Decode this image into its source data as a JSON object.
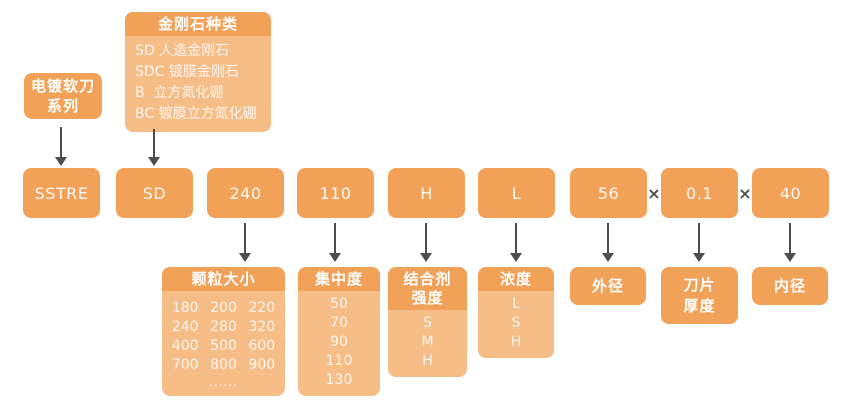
{
  "palette": {
    "accent": "#F2A159",
    "accent_light": "#F6BD86",
    "arrow": "#4D4D4D",
    "background": "#FFFFFF"
  },
  "series_box": {
    "line1": "电镀软刀",
    "line2": "系列"
  },
  "diamond_box": {
    "title": "金刚石种类",
    "items": [
      "SD 人造金刚石",
      "SDC 镀膜金刚石",
      "B  立方氮化硼",
      "BC 镀膜立方氮化硼"
    ]
  },
  "code_row": {
    "series": "SSTRE",
    "diamond_type": "SD",
    "grit": "240",
    "concentration": "110",
    "bond_strength": "H",
    "density": "L",
    "outer_diameter": "56",
    "thickness": "0.1",
    "inner_diameter": "40",
    "times": "×"
  },
  "particle_size": {
    "title": "颗粒大小",
    "grid": [
      "180",
      "200",
      "220",
      "240",
      "280",
      "320",
      "400",
      "500",
      "600",
      "700",
      "800",
      "900"
    ],
    "more": "......"
  },
  "concentration": {
    "title": "集中度",
    "values": [
      "50",
      "70",
      "90",
      "110",
      "130"
    ]
  },
  "bond_strength": {
    "title_line1": "结合剂",
    "title_line2": "强度",
    "values": [
      "S",
      "M",
      "H"
    ]
  },
  "density": {
    "title": "浓度",
    "values": [
      "L",
      "S",
      "H"
    ]
  },
  "outer_diameter": {
    "title": "外径"
  },
  "blade_thickness": {
    "title_line1": "刀片",
    "title_line2": "厚度"
  },
  "inner_diameter": {
    "title": "内径"
  }
}
